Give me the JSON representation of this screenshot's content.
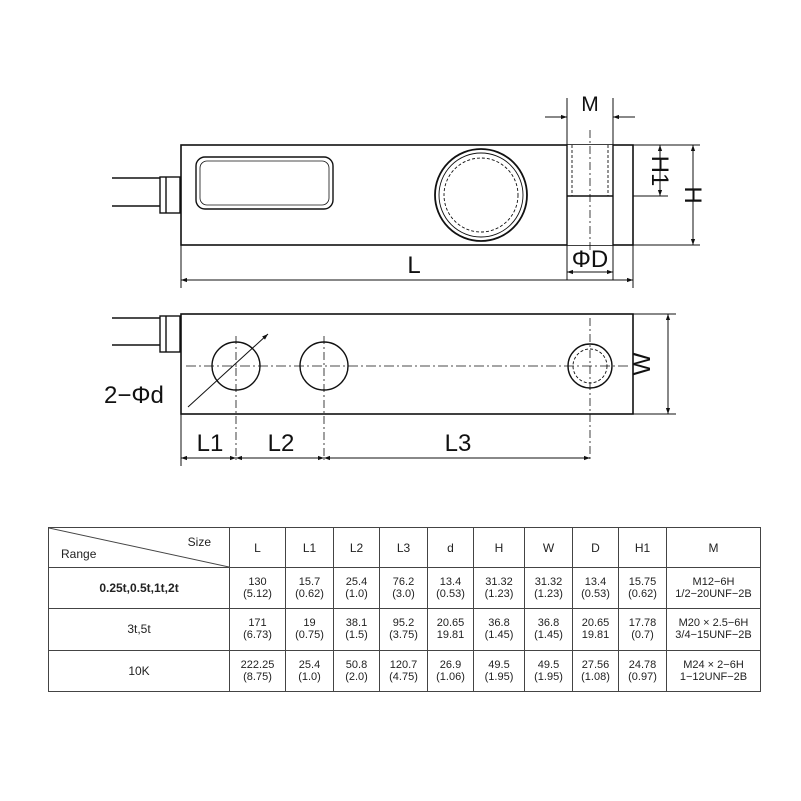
{
  "drawing": {
    "side_view": {
      "length_label": "L",
      "bolt_label": "M",
      "h1_label": "H1",
      "h_label": "H",
      "hole_diameter_label": "ΦD"
    },
    "top_view": {
      "width_label": "W",
      "holes_label": "2−Φd",
      "l1_label": "L1",
      "l2_label": "L2",
      "l3_label": "L3"
    }
  },
  "spec_table": {
    "corner_top": "Size",
    "corner_bottom": "Range",
    "columns": [
      "L",
      "L1",
      "L2",
      "L3",
      "d",
      "H",
      "W",
      "D",
      "H1",
      "M"
    ],
    "rows": [
      {
        "range": "0.25t,0.5t,1t,2t",
        "bold": true,
        "cells": [
          [
            "130",
            "(5.12)"
          ],
          [
            "15.7",
            "(0.62)"
          ],
          [
            "25.4",
            "(1.0)"
          ],
          [
            "76.2",
            "(3.0)"
          ],
          [
            "13.4",
            "(0.53)"
          ],
          [
            "31.32",
            "(1.23)"
          ],
          [
            "31.32",
            "(1.23)"
          ],
          [
            "13.4",
            "(0.53)"
          ],
          [
            "15.75",
            "(0.62)"
          ],
          [
            "M12−6H",
            "1/2−20UNF−2B"
          ]
        ]
      },
      {
        "range": "3t,5t",
        "bold": false,
        "cells": [
          [
            "171",
            "(6.73)"
          ],
          [
            "19",
            "(0.75)"
          ],
          [
            "38.1",
            "(1.5)"
          ],
          [
            "95.2",
            "(3.75)"
          ],
          [
            "20.65",
            "19.81"
          ],
          [
            "36.8",
            "(1.45)"
          ],
          [
            "36.8",
            "(1.45)"
          ],
          [
            "20.65",
            "19.81"
          ],
          [
            "17.78",
            "(0.7)"
          ],
          [
            "M20 × 2.5−6H",
            "3/4−15UNF−2B"
          ]
        ]
      },
      {
        "range": "10K",
        "bold": false,
        "cells": [
          [
            "222.25",
            "(8.75)"
          ],
          [
            "25.4",
            "(1.0)"
          ],
          [
            "50.8",
            "(2.0)"
          ],
          [
            "120.7",
            "(4.75)"
          ],
          [
            "26.9",
            "(1.06)"
          ],
          [
            "49.5",
            "(1.95)"
          ],
          [
            "49.5",
            "(1.95)"
          ],
          [
            "27.56",
            "(1.08)"
          ],
          [
            "24.78",
            "(0.97)"
          ],
          [
            "M24 × 2−6H",
            "1−12UNF−2B"
          ]
        ]
      }
    ]
  }
}
